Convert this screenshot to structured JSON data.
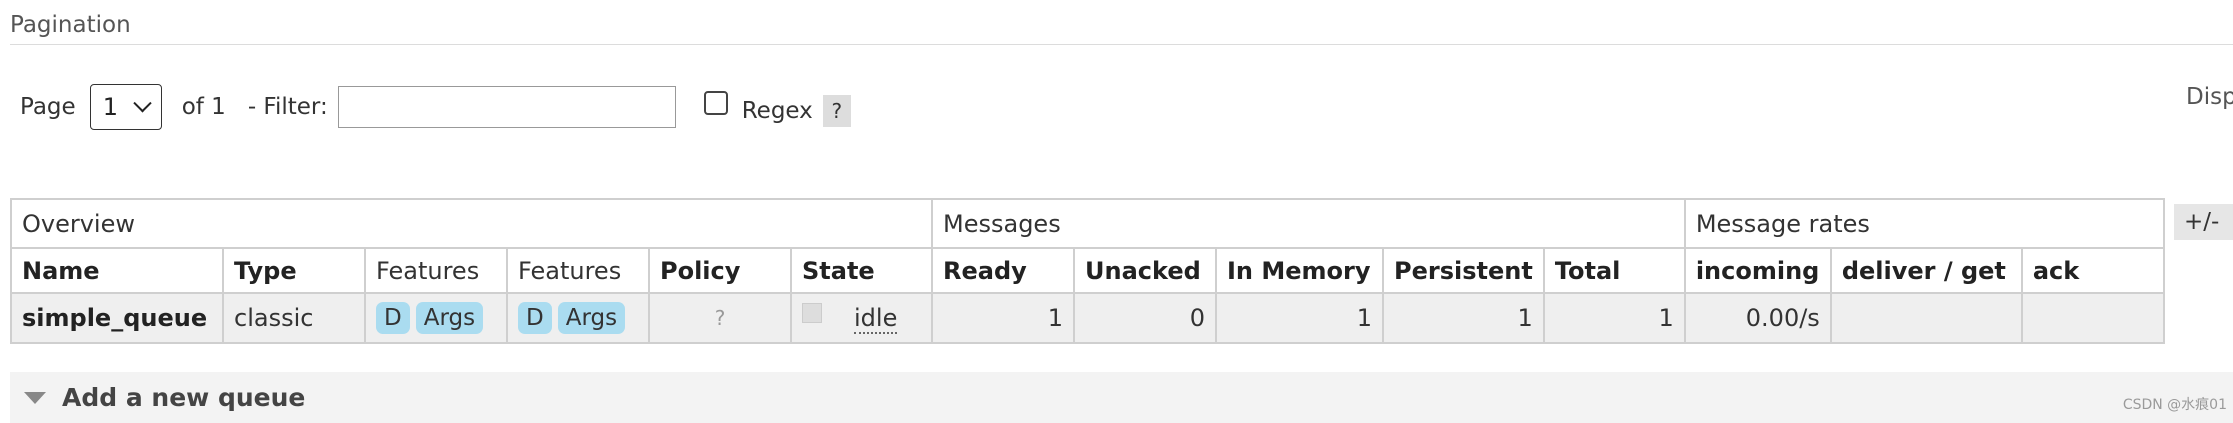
{
  "pagination": {
    "title": "Pagination",
    "page_label": "Page",
    "page_value": "1",
    "of_text": "of 1",
    "filter_label": "- Filter:",
    "filter_value": "",
    "regex_label": "Regex",
    "help_text": "?",
    "disp_text": "Disp"
  },
  "table": {
    "groups": [
      "Overview",
      "Messages",
      "Message rates"
    ],
    "columns": [
      "Name",
      "Type",
      "Features",
      "Features",
      "Policy",
      "State",
      "Ready",
      "Unacked",
      "In Memory",
      "Persistent",
      "Total",
      "incoming",
      "deliver / get",
      "ack"
    ],
    "rows": [
      {
        "name": "simple_queue",
        "type": "classic",
        "features1": [
          "D",
          "Args"
        ],
        "features2": [
          "D",
          "Args"
        ],
        "policy": "?",
        "state": "idle",
        "ready": "1",
        "unacked": "0",
        "in_memory": "1",
        "persistent": "1",
        "total": "1",
        "incoming": "0.00/s",
        "deliver_get": "",
        "ack": ""
      }
    ],
    "toggle_label": "+/-"
  },
  "add_queue": {
    "label": "Add a new queue"
  },
  "watermark": "CSDN @水痕01"
}
